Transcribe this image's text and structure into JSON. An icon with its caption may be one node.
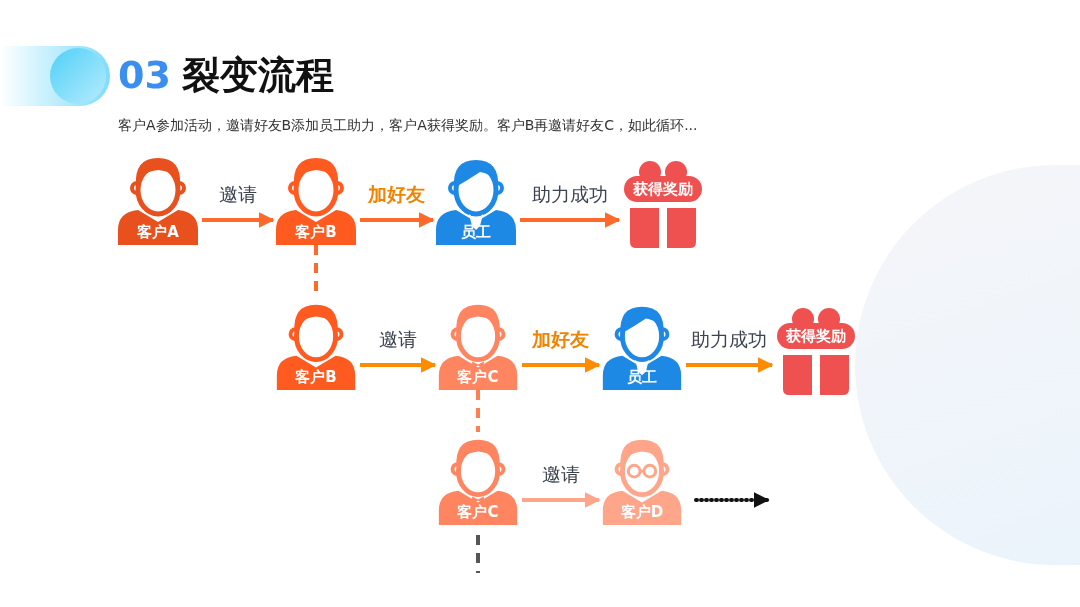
{
  "diagram": {
    "title": "裂变流程",
    "nodes": [
      {
        "text": [
          "客户A"
        ]
      },
      {
        "text": [
          "客户B"
        ]
      },
      {
        "text": [
          "员工"
        ]
      },
      {
        "text": [
          "获得奖励"
        ]
      },
      {
        "text": [
          "客户B"
        ]
      },
      {
        "text": [
          "客户C"
        ]
      },
      {
        "text": [
          "员工"
        ]
      },
      {
        "text": [
          "获得奖励"
        ]
      },
      {
        "text": [
          "客户C"
        ]
      },
      {
        "text": [
          "客户D"
        ]
      }
    ],
    "edges": [
      {
        "from": 0,
        "to": 1,
        "arrow": "to",
        "label": "邀请",
        "color": "#ff6a2a"
      },
      {
        "from": 1,
        "to": 2,
        "arrow": "to",
        "label": "加好友",
        "color": "#ff6a2a"
      },
      {
        "from": 2,
        "to": 3,
        "arrow": "to",
        "label": "助力成功",
        "color": "#ff6a2a"
      },
      {
        "from": 1,
        "to": 4,
        "arrow": "none",
        "style": "dashed",
        "color": "#ff6a2a"
      },
      {
        "from": 4,
        "to": 5,
        "arrow": "to",
        "label": "邀请"
      },
      {
        "from": 5,
        "to": 6,
        "arrow": "to",
        "label": "加好友"
      },
      {
        "from": 6,
        "to": 7,
        "arrow": "to",
        "label": "助力成功"
      },
      {
        "from": 5,
        "to": 8,
        "arrow": "none",
        "style": "dashed",
        "color": "#ff7f50"
      },
      {
        "from": 8,
        "to": 9,
        "arrow": "to",
        "label": "邀请",
        "color": "#ffa58a"
      },
      {
        "from": 9,
        "to": null,
        "arrow": "to",
        "style": "dashed",
        "color": "#111111"
      },
      {
        "from": 8,
        "to": null,
        "arrow": "none",
        "style": "dashed",
        "color": "#555555"
      }
    ],
    "labels": [
      "03",
      "客户A参加活动，邀请好友B添加员工助力，客户A获得奖励。客户B再邀请好友C，如此循环..."
    ]
  }
}
